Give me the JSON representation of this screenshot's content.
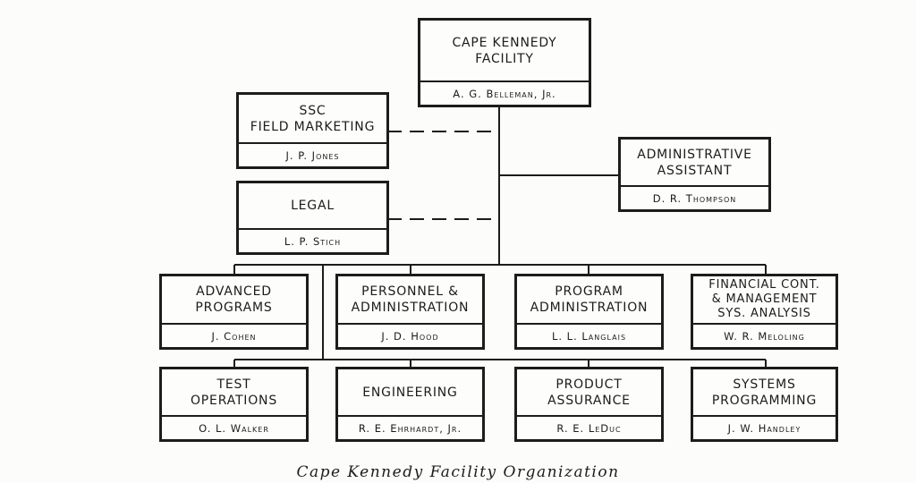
{
  "diagram": {
    "caption": "Cape Kennedy Facility Organization",
    "head": {
      "title": "CAPE KENNEDY\nFACILITY",
      "name": "A. G. Belleman, Jr."
    },
    "staff": [
      {
        "title": "SSC\nFIELD MARKETING",
        "name": "J. P. Jones"
      },
      {
        "title": "LEGAL",
        "name": "L. P. Stich"
      },
      {
        "title": "ADMINISTRATIVE\nASSISTANT",
        "name": "D. R. Thompson"
      }
    ],
    "departments_row1": [
      {
        "title": "ADVANCED\nPROGRAMS",
        "name": "J. Cohen"
      },
      {
        "title": "PERSONNEL &\nADMINISTRATION",
        "name": "J. D. Hood"
      },
      {
        "title": "PROGRAM\nADMINISTRATION",
        "name": "L. L. Langlais"
      },
      {
        "title": "FINANCIAL CONT.\n& MANAGEMENT\nSYS. ANALYSIS",
        "name": "W. R. Meloling"
      }
    ],
    "departments_row2": [
      {
        "title": "TEST\nOPERATIONS",
        "name": "O. L. Walker"
      },
      {
        "title": "ENGINEERING",
        "name": "R. E. Ehrhardt, Jr."
      },
      {
        "title": "PRODUCT\nASSURANCE",
        "name": "R. E. LeDuc"
      },
      {
        "title": "SYSTEMS\nPROGRAMMING",
        "name": "J. W. Handley"
      }
    ]
  }
}
